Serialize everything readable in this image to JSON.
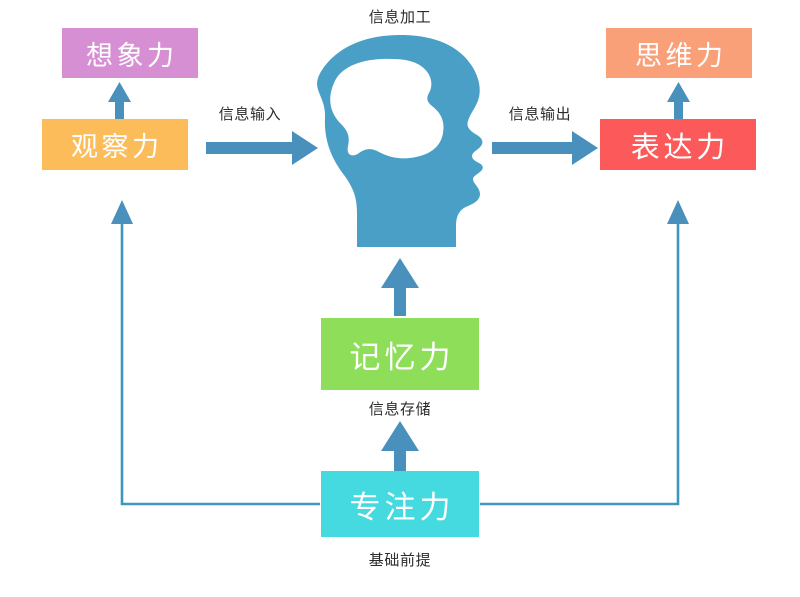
{
  "diagram": {
    "title": "信息加工",
    "background": "#ffffff",
    "colors": {
      "imagination": "#d78fd4",
      "observation": "#fcbc5a",
      "thinking": "#faa078",
      "expression": "#fc5a5a",
      "memory": "#8ede5a",
      "focus": "#45d9e0",
      "head": "#4a9fc7",
      "arrow": "#4a90bd",
      "connector": "#3f97bf",
      "caption_text": "#2b2b2b",
      "node_text": "#ffffff"
    }
  },
  "nodes": {
    "imagination": {
      "label": "想象力",
      "color": "#d78fd4"
    },
    "observation": {
      "label": "观察力",
      "color": "#fcbc5a"
    },
    "thinking": {
      "label": "思维力",
      "color": "#faa078"
    },
    "expression": {
      "label": "表达力",
      "color": "#fc5a5a"
    },
    "memory": {
      "label": "记忆力",
      "color": "#8ede5a"
    },
    "focus": {
      "label": "专注力",
      "color": "#45d9e0"
    }
  },
  "captions": {
    "processing": "信息加工",
    "input": "信息输入",
    "output": "信息输出",
    "storage": "信息存储",
    "foundation": "基础前提"
  },
  "icons": {
    "head": "head-brain-silhouette-icon",
    "arrow_input": "arrow-right-icon",
    "arrow_output": "arrow-right-icon",
    "arrow_observation_to_imagination": "arrow-up-icon",
    "arrow_expression_to_thinking": "arrow-up-icon",
    "arrow_memory_to_head": "arrow-up-icon",
    "arrow_focus_to_memory": "arrow-up-icon",
    "connector_left": "elbow-connector-up-arrow-icon",
    "connector_right": "elbow-connector-up-arrow-icon"
  }
}
